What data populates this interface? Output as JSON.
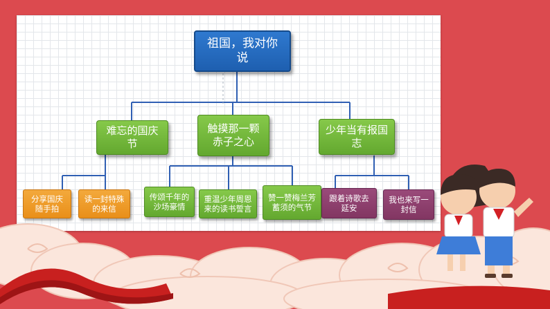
{
  "diagram": {
    "root": "祖国，我对你说",
    "branches": [
      {
        "label": "难忘的国庆节",
        "children": [
          "分享国庆随手拍",
          "读一封特殊的来信"
        ]
      },
      {
        "label": "触摸那一颗赤子之心",
        "children": [
          "传颂千年的沙场豪情",
          "重温少年周恩来的读书誓言",
          "赞一赞梅兰芳蓄须的气节"
        ]
      },
      {
        "label": "少年当有报国志",
        "children": [
          "跟着诗歌去延安",
          "我也来写一封信"
        ]
      }
    ]
  },
  "colors": {
    "background": "#dc4a4f",
    "root": "#2a6fc2",
    "level1": "#74b83c",
    "orange": "#ef9d2a",
    "purple": "#8b3d6d",
    "connector": "#2f5fb3"
  },
  "decorations": [
    "cloud-pattern",
    "children-saluting-illustration",
    "red-ribbon"
  ]
}
